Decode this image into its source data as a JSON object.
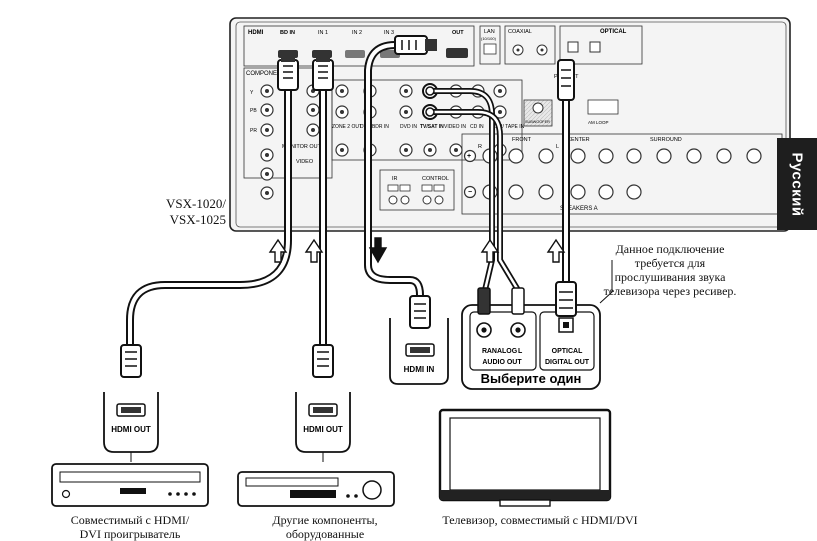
{
  "language_tab": "Русский",
  "receiver": {
    "model": "VSX-1020/\nVSX-1025",
    "labels": {
      "hdmi": "HDMI",
      "bd_in": "BD IN",
      "in1": "IN 1",
      "in2": "IN 2",
      "in3": "IN 3",
      "out": "OUT",
      "lan": "LAN",
      "lan_sub": "(10/100)",
      "coaxial": "COAXIAL",
      "optical": "OPTICAL",
      "component": "COMPONENT",
      "monitor_out": "MONITOR OUT",
      "video": "VIDEO",
      "zone2_out": "ZONE 2 OUT",
      "dvr_bdr_in": "DVR/BDR IN",
      "dvd_in": "DVD IN",
      "tv_sat_in": "TV/SAT IN",
      "video_in": "VIDEO IN",
      "cd_in": "CD IN",
      "cd_r_tape_in": "CD-R/ TAPE IN",
      "pre_out": "PRE OUT",
      "subwoofer": "SUBWOOFER",
      "am_loop": "AM LOOP",
      "front": "FRONT",
      "center": "CENTER",
      "surround": "SURROUND",
      "speakers": "SPEAKERS A",
      "ir": "IR",
      "control": "CONTROL",
      "r": "R",
      "l": "L",
      "pb": "PB",
      "pr": "PR",
      "y": "Y"
    }
  },
  "tv_panel": {
    "hdmi_in": "HDMI IN",
    "analog_r": "R",
    "analog": "ANALOG",
    "analog_l": "L",
    "audio_out": "AUDIO OUT",
    "optical": "OPTICAL",
    "digital_out": "DIGITAL OUT",
    "choose_one": "Выберите один"
  },
  "devices": {
    "player_port": "HDMI OUT",
    "other_port": "HDMI OUT"
  },
  "note": "Данное подключение\nтребуется для\nпрослушивания звука\nтелевизора через ресивер.",
  "captions": {
    "player": "Совместимый с HDMI/\nDVI проигрыватель",
    "other": "Другие компоненты,\nоборудованные",
    "tv": "Телевизор, совместимый с HDMI/DVI"
  }
}
